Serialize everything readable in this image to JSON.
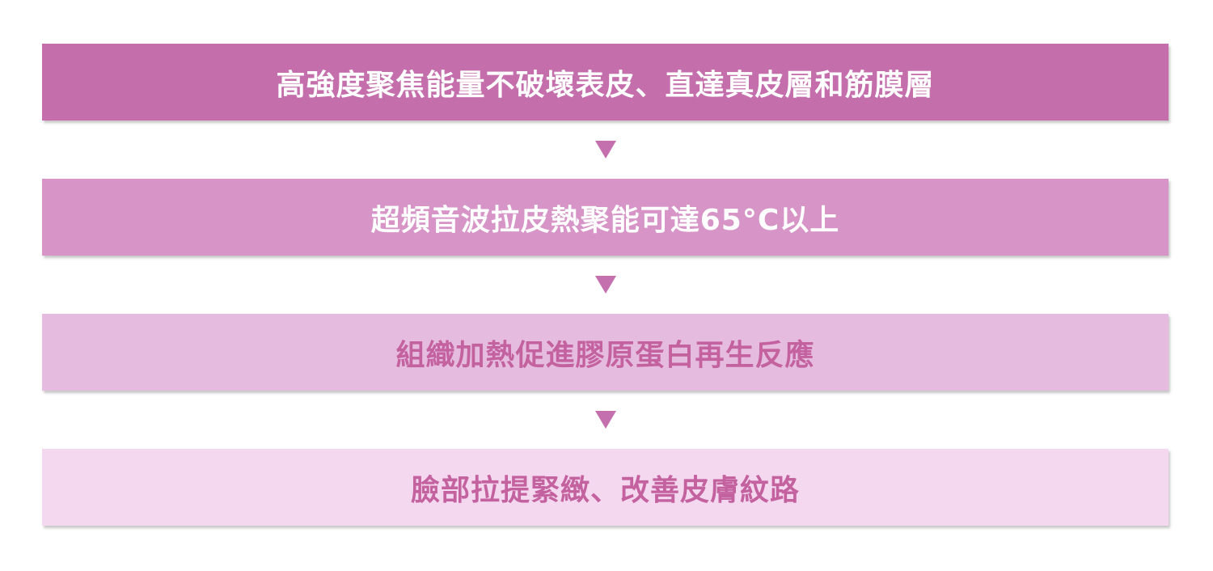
{
  "steps": [
    {
      "text": "高強度聚焦能量不破壞表皮、直達真皮層和筋膜層",
      "bg": "#c46fac",
      "color": "#ffffff"
    },
    {
      "text": "超頻音波拉皮熱聚能可達65°C以上",
      "bg": "#d694c7",
      "color": "#ffffff"
    },
    {
      "text": "組織加熱促進膠原蛋白再生反應",
      "bg": "#e5bcdf",
      "color": "#c4619f"
    },
    {
      "text": "臉部拉提緊緻、改善皮膚紋路",
      "bg": "#f3d8ef",
      "color": "#c4619f"
    }
  ],
  "arrow_color": "#c46fae"
}
